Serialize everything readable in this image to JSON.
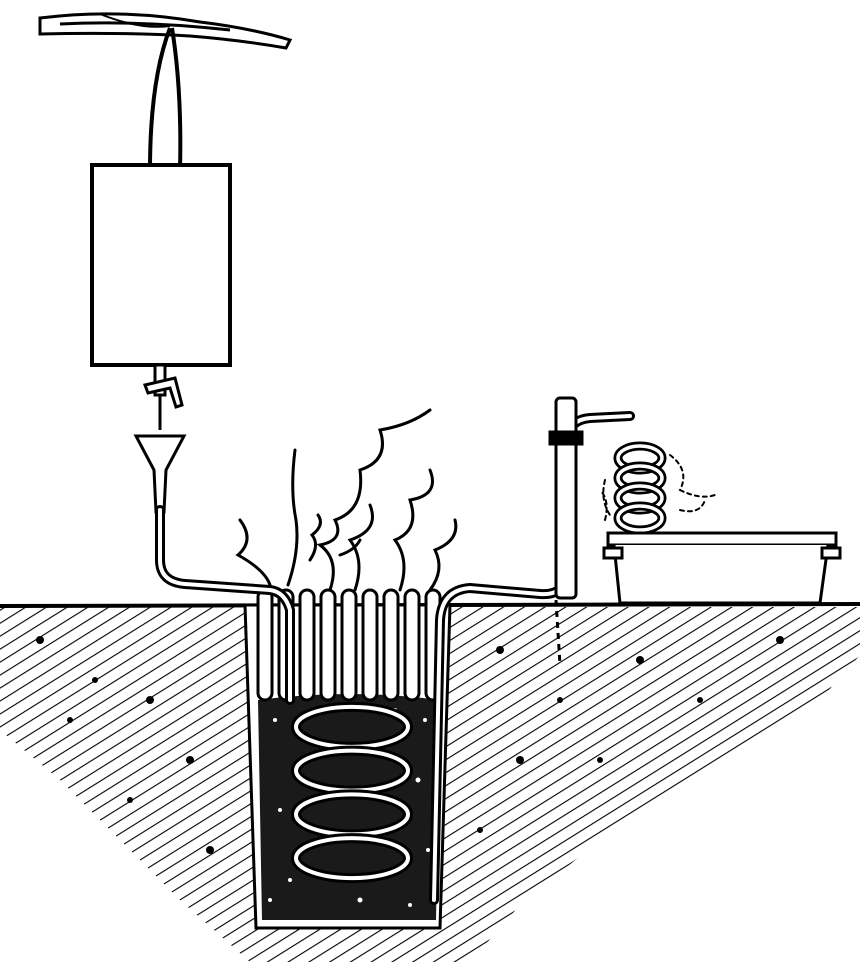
{
  "diagram": {
    "labels": [],
    "parts": [
      "branch",
      "hanging-strap",
      "water-tank",
      "stopcock",
      "funnel",
      "feed-pipe",
      "pit",
      "burning-fuel",
      "pipe-coil",
      "outlet-pipe",
      "pipe-clamp",
      "cooling-coil",
      "steam",
      "tub",
      "ground"
    ]
  },
  "colors": {
    "ink": "#000000",
    "paper": "#ffffff",
    "fuel": "#1a1a1a"
  }
}
